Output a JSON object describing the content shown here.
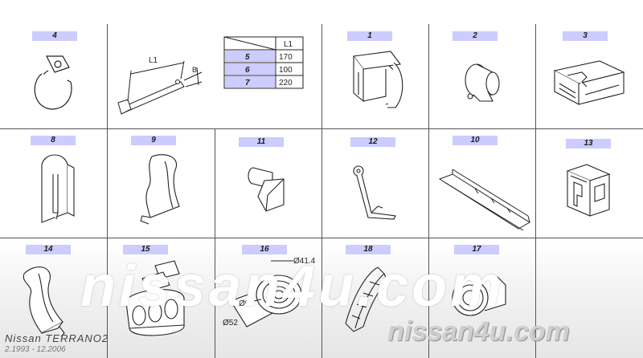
{
  "parts": [
    {
      "id": "cell-4",
      "label": "4",
      "icon": "p-clamp-icon"
    },
    {
      "id": "cell-tie",
      "label": "",
      "icon": "cable-tie-icon"
    },
    {
      "id": "cell-1",
      "label": "1",
      "icon": "wire-clip-icon"
    },
    {
      "id": "cell-2",
      "label": "2",
      "icon": "grommet-plug-icon"
    },
    {
      "id": "cell-3",
      "label": "3",
      "icon": "connector-block-icon"
    },
    {
      "id": "cell-8",
      "label": "8",
      "icon": "wire-protector-icon"
    },
    {
      "id": "cell-9",
      "label": "9",
      "icon": "harness-bracket-icon"
    },
    {
      "id": "cell-11",
      "label": "11",
      "icon": "mount-clip-icon"
    },
    {
      "id": "cell-12",
      "label": "12",
      "icon": "hook-strap-icon"
    },
    {
      "id": "cell-10",
      "label": "10",
      "icon": "harness-rail-icon"
    },
    {
      "id": "cell-13",
      "label": "13",
      "icon": "connector-housing-icon"
    },
    {
      "id": "cell-14",
      "label": "14",
      "icon": "curved-protector-icon"
    },
    {
      "id": "cell-15",
      "label": "15",
      "icon": "connector-assembly-icon"
    },
    {
      "id": "cell-16",
      "label": "16",
      "icon": "boot-grommet-icon"
    },
    {
      "id": "cell-18",
      "label": "18",
      "icon": "protector-arc-icon"
    },
    {
      "id": "cell-17",
      "label": "17",
      "icon": "round-grommet-icon"
    },
    {
      "id": "cell-empty",
      "label": "",
      "icon": ""
    }
  ],
  "tie_dimensions": {
    "l1_label": "L1",
    "b_label": "B",
    "header": "L1",
    "rows": [
      {
        "key": "5",
        "value": "170"
      },
      {
        "key": "6",
        "value": "100"
      },
      {
        "key": "7",
        "value": "220"
      }
    ]
  },
  "grommet_dims": {
    "outer": "Ø41.4",
    "mid": "Ø9",
    "inner": "Ø52"
  },
  "footer": {
    "model": "Nissan  TERRANO2",
    "dates": "2.1993  -  12.2006",
    "watermark_center": "nissan4u.com",
    "watermark_brand": "nissan4u.com"
  }
}
